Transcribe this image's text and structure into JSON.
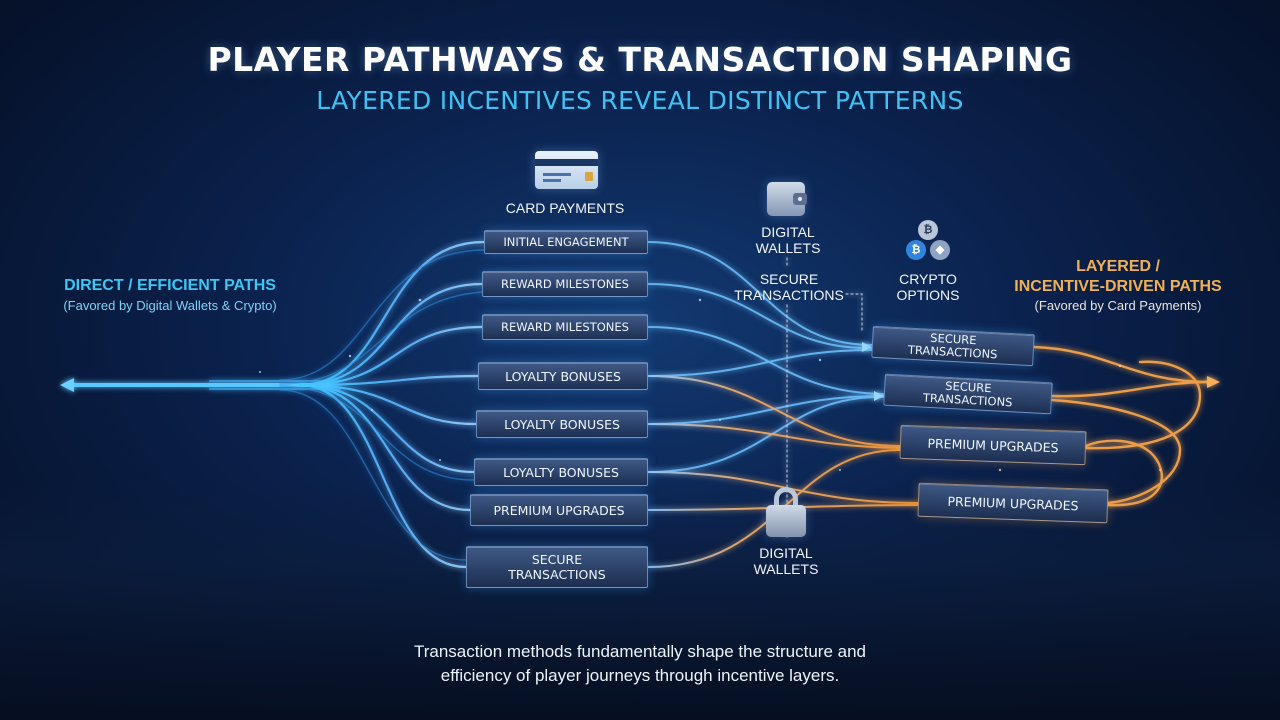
{
  "header": {
    "title": "PLAYER PATHWAYS & TRANSACTION SHAPING",
    "subtitle": "LAYERED INCENTIVES REVEAL DISTINCT PATTERNS"
  },
  "left_panel": {
    "title": "DIRECT / EFFICIENT PATHS",
    "subtitle": "(Favored by Digital Wallets & Crypto)"
  },
  "right_panel": {
    "title_line1": "LAYERED /",
    "title_line2": "INCENTIVE-DRIVEN PATHS",
    "subtitle": "(Favored by Card Payments)"
  },
  "labels": {
    "card_payments": "CARD PAYMENTS",
    "digital_wallets_top_1": "DIGITAL",
    "digital_wallets_top_2": "WALLETS",
    "secure_transactions_1": "SECURE",
    "secure_transactions_2": "TRANSACTIONS",
    "crypto_options_1": "CRYPTO",
    "crypto_options_2": "OPTIONS",
    "digital_wallets_bottom_1": "DIGITAL",
    "digital_wallets_bottom_2": "WALLETS"
  },
  "left_stages": [
    {
      "text": "INITIAL ENGAGEMENT"
    },
    {
      "text": "REWARD MILESTONES"
    },
    {
      "text": "REWARD MILESTONES"
    },
    {
      "text": "LOYALTY BONUSES"
    },
    {
      "text": "LOYALTY BONUSES"
    },
    {
      "text": "LOYALTY BONUSES"
    },
    {
      "text": "PREMIUM UPGRADES"
    },
    {
      "line1": "SECURE",
      "line2": "TRANSACTIONS"
    }
  ],
  "right_stages": [
    {
      "line1": "SECURE",
      "line2": "TRANSACTIONS"
    },
    {
      "line1": "SECURE",
      "line2": "TRANSACTIONS"
    },
    {
      "text": "PREMIUM UPGRADES"
    },
    {
      "text": "PREMIUM UPGRADES"
    }
  ],
  "icons": {
    "card": "credit-card-icon",
    "wallet": "wallet-icon",
    "lock": "lock-icon",
    "crypto": "crypto-coins-icon"
  },
  "coins": {
    "btc": "₿",
    "eth": "◆"
  },
  "caption": {
    "line1": "Transaction methods fundamentally shape the structure and",
    "line2": "efficiency of player journeys through incentive layers."
  },
  "colors": {
    "background": "#0b2350",
    "cool_path": "#35b4f5",
    "warm_path": "#f2a550",
    "subtitle": "#3fc2f3",
    "right_title": "#f2b054"
  }
}
